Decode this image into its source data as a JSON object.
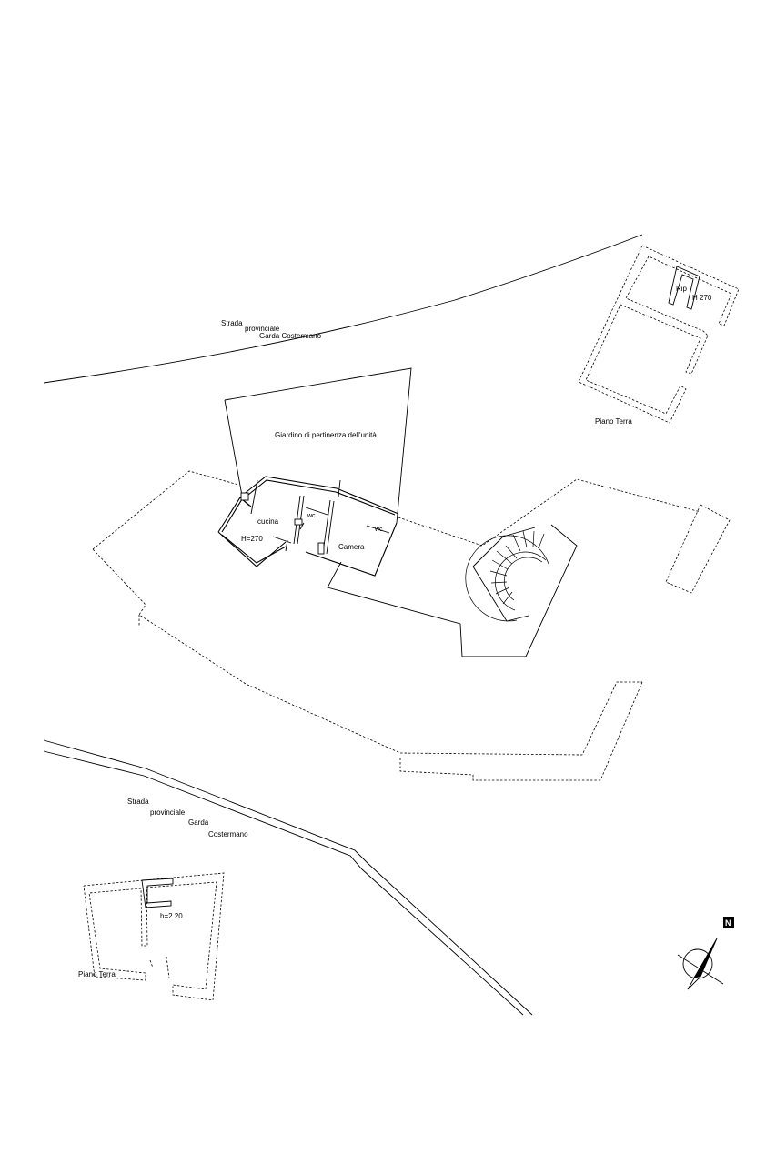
{
  "labels": {
    "road_top_1": "Strada",
    "road_top_2": "provinciale",
    "road_top_3": "Garda  Costermano",
    "garden": "Giardino di pertinenza dell'unità",
    "rip": "Rip",
    "h270_top": "H 270",
    "piano_terra_right": "Piano Terra",
    "cucina": "cucina",
    "h270_main": "H=270",
    "wc_1": "wc",
    "wc_2": "wc",
    "camera": "Camera",
    "road_bot_1": "Strada",
    "road_bot_2": "provinciale",
    "road_bot_3": "Garda",
    "road_bot_4": "Costermano",
    "h220": "h=2.20",
    "piano_terra_left": "Piano Terra",
    "north": "N"
  },
  "icons": {
    "north_arrow": "north-arrow-icon"
  }
}
